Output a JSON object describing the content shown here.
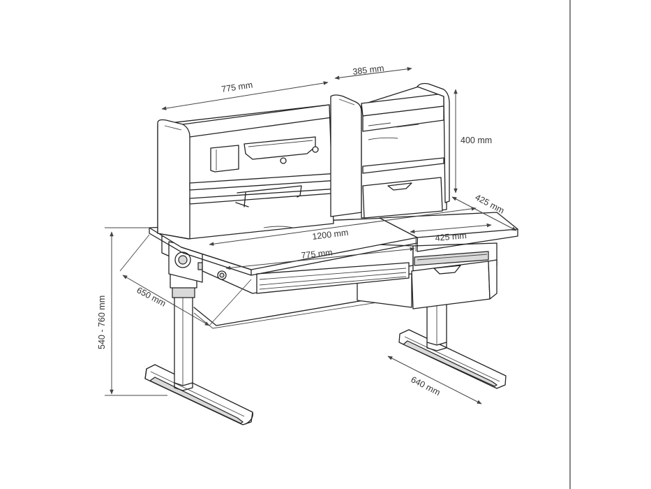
{
  "dimensions": {
    "hutch_left_width": "775 mm",
    "hutch_right_width": "385 mm",
    "hutch_height": "400 mm",
    "hutch_depth": "425 mm",
    "total_width": "1200 mm",
    "tilt_top_width": "775 mm",
    "fixed_top_width": "425 mm",
    "height_range": "540 - 760 mm",
    "depth_left": "650 mm",
    "base_depth": "640 mm"
  }
}
